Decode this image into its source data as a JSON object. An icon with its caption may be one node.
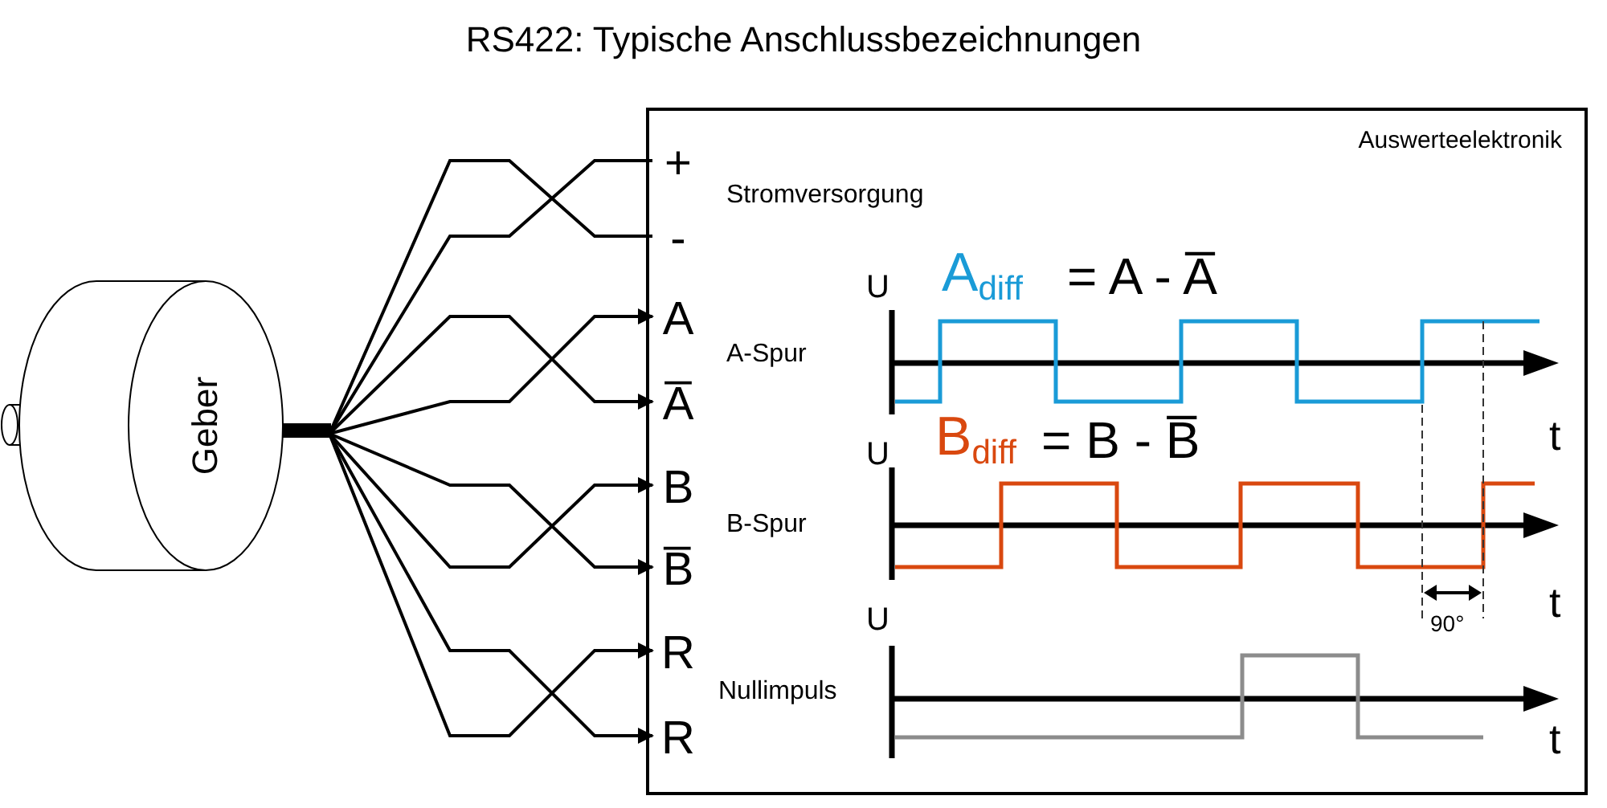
{
  "diagram": {
    "title": "RS422: Typische Anschlussbezeichnungen",
    "nodes": [
      {
        "text": [
          "Geber"
        ]
      },
      {
        "text": [
          "Auswerteelektronik"
        ]
      },
      {
        "text": [
          "+"
        ],
        "in": 1
      },
      {
        "text": [
          "-"
        ],
        "in": 1
      },
      {
        "text": [
          "A"
        ],
        "in": 1
      },
      {
        "text": [
          "A̅"
        ],
        "in": 1
      },
      {
        "text": [
          "B"
        ],
        "in": 1
      },
      {
        "text": [
          "B̅"
        ],
        "in": 1
      },
      {
        "text": [
          "R"
        ],
        "in": 1
      },
      {
        "text": [
          "R"
        ],
        "in": 1
      }
    ],
    "edges": [
      {
        "from": 0,
        "to": 2,
        "arrow": "none"
      },
      {
        "from": 0,
        "to": 3,
        "arrow": "none"
      },
      {
        "from": 0,
        "to": 4,
        "arrow": "to"
      },
      {
        "from": 0,
        "to": 5,
        "arrow": "to"
      },
      {
        "from": 0,
        "to": 6,
        "arrow": "to"
      },
      {
        "from": 0,
        "to": 7,
        "arrow": "to"
      },
      {
        "from": 0,
        "to": 8,
        "arrow": "to"
      },
      {
        "from": 0,
        "to": 9,
        "arrow": "to"
      }
    ],
    "labels": [
      "Stromversorgung",
      "A-Spur",
      "B-Spur",
      "Nullimpuls",
      "U",
      "A$_{diff}$",
      "= A - A̅",
      "U",
      "B$_{diff}$",
      "= B - B̅",
      "U",
      "t",
      "t",
      "90°",
      "t"
    ]
  }
}
